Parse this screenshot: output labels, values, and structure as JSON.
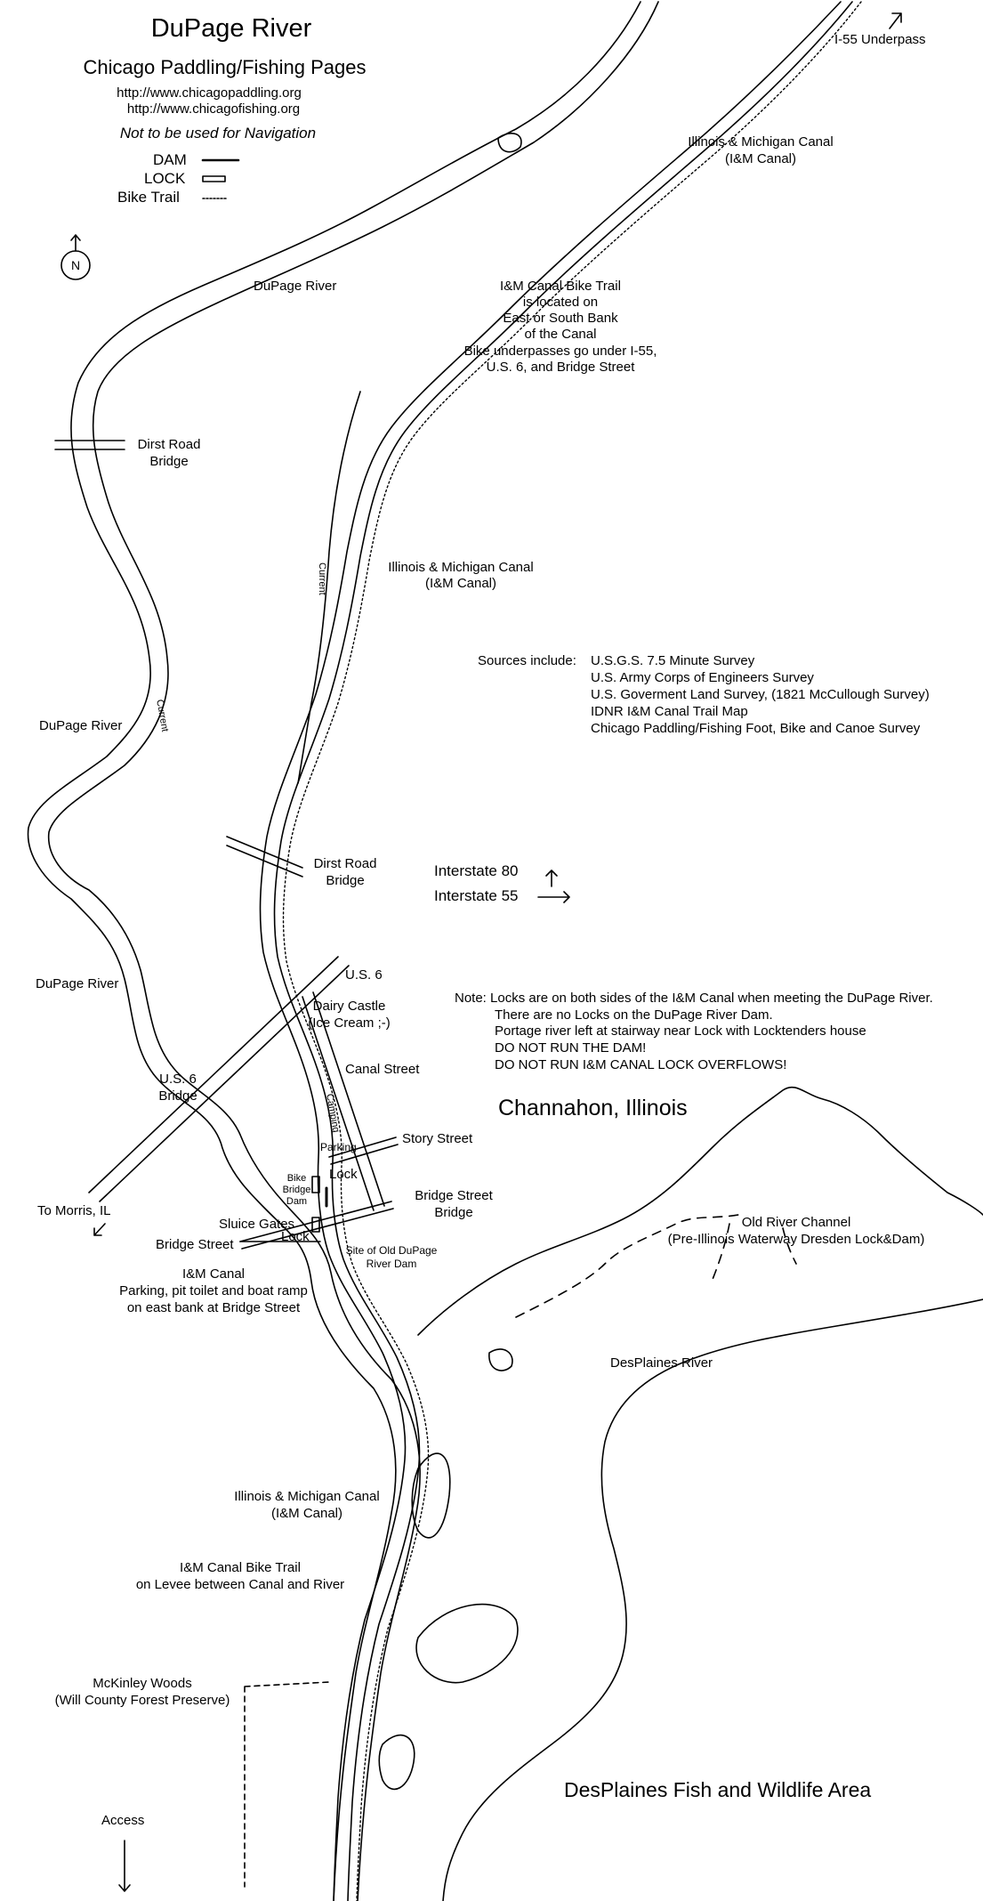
{
  "header": {
    "title": "DuPage River",
    "subtitle": "Chicago Paddling/Fishing Pages",
    "url1": "http://www.chicagopaddling.org",
    "url2": "http://www.chicagofishing.org",
    "warning": "Not to be used for Navigation"
  },
  "legend": {
    "dam": "DAM",
    "lock": "LOCK",
    "bike_trail": "Bike Trail"
  },
  "north": "N",
  "labels": {
    "i55_underpass": "I-55 Underpass",
    "im_canal_top": [
      "Illinois & Michigan Canal",
      "(I&M Canal)"
    ],
    "dupage_river_1": "DuPage River",
    "bike_trail_note": [
      "I&M Canal Bike Trail",
      "is located on",
      "East or South Bank",
      "of the Canal",
      "Bike underpasses go under I-55,",
      "U.S. 6, and Bridge Street"
    ],
    "dirst_road_bridge_1": [
      "Dirst Road",
      "Bridge"
    ],
    "im_canal_mid": [
      "Illinois & Michigan Canal",
      "(I&M Canal)"
    ],
    "current": "Current",
    "sources_head": "Sources include:",
    "sources": [
      "U.S.G.S. 7.5 Minute Survey",
      "U.S. Army Corps of Engineers Survey",
      "U.S. Goverment Land Survey, (1821 McCullough Survey)",
      "IDNR I&M Canal Trail Map",
      "Chicago Paddling/Fishing Foot, Bike and Canoe Survey"
    ],
    "dupage_river_2": "DuPage River",
    "dirst_road_bridge_2": [
      "Dirst Road",
      "Bridge"
    ],
    "interstate80": "Interstate 80",
    "interstate55": "Interstate 55",
    "us6": "U.S. 6",
    "dairy_castle": [
      "Dairy Castle",
      "(Ice Cream ;-)"
    ],
    "dupage_river_3": "DuPage River",
    "note": [
      "Note: Locks are on both sides of the I&M Canal when meeting the DuPage River.",
      "There are no Locks on the DuPage River Dam.",
      "Portage river left at stairway near Lock with Locktenders house",
      "DO NOT RUN THE DAM!",
      "DO NOT RUN I&M CANAL LOCK OVERFLOWS!"
    ],
    "canal_street": "Canal Street",
    "us6_bridge": [
      "U.S. 6",
      "Bridge"
    ],
    "camping": "Camping",
    "channahon": "Channahon, Illinois",
    "parking": "Parking",
    "story_street": "Story Street",
    "lock": "Lock",
    "bike_bridge_dam": [
      "Bike",
      "Bridge",
      "Dam"
    ],
    "bridge_street_bridge": [
      "Bridge Street",
      "Bridge"
    ],
    "to_morris": "To Morris, IL",
    "sluice_gates": "Sluice Gates",
    "lock2": "Lock",
    "bridge_street": "Bridge Street",
    "site_old_dam": [
      "Site of Old DuPage",
      "River Dam"
    ],
    "old_river_channel": [
      "Old River Channel",
      "(Pre-Illinois Waterway Dresden Lock&Dam)"
    ],
    "im_parking": [
      "I&M Canal",
      "Parking, pit toilet and boat ramp",
      "on east bank at Bridge Street"
    ],
    "desplaines_river": "DesPlaines River",
    "im_canal_low": [
      "Illinois & Michigan Canal",
      "(I&M Canal)"
    ],
    "bike_trail_levee": [
      "I&M Canal Bike Trail",
      "on Levee between Canal and River"
    ],
    "mckinley": [
      "McKinley Woods",
      "(Will County Forest Preserve)"
    ],
    "fish_wildlife": "DesPlaines Fish and Wildlife Area",
    "access": "Access"
  }
}
